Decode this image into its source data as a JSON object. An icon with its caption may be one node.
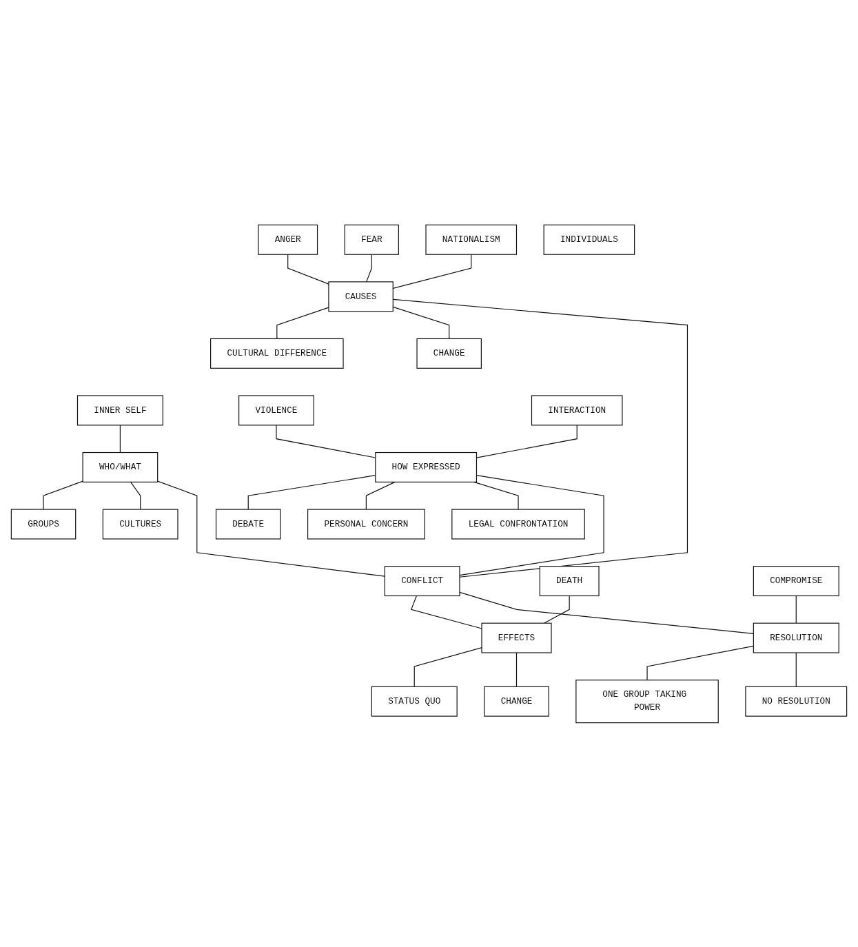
{
  "diagram": {
    "nodes": [
      {
        "text": [
          "ANGER"
        ]
      },
      {
        "text": [
          "FEAR"
        ]
      },
      {
        "text": [
          "NATIONALISM"
        ]
      },
      {
        "text": [
          "CAUSES"
        ]
      },
      {
        "text": [
          "CULTURAL DIFFERENCE"
        ]
      },
      {
        "text": [
          "CHANGE"
        ]
      },
      {
        "text": [
          "INNER SELF"
        ]
      },
      {
        "text": [
          "INDIVIDUALS"
        ]
      },
      {
        "text": [
          "VIOLENCE"
        ]
      },
      {
        "text": [
          "INTERACTION"
        ]
      },
      {
        "text": [
          "WHO/WHAT"
        ]
      },
      {
        "text": [
          "GROUPS"
        ]
      },
      {
        "text": [
          "HOW EXPRESSED"
        ]
      },
      {
        "text": [
          "CULTURES"
        ]
      },
      {
        "text": [
          "DEBATE"
        ]
      },
      {
        "text": [
          "PERSONAL CONCERN"
        ]
      },
      {
        "text": [
          "LEGAL CONFRONTATION"
        ]
      },
      {
        "text": [
          "CONFLICT"
        ]
      },
      {
        "text": [
          "DEATH"
        ]
      },
      {
        "text": [
          "COMPROMISE"
        ]
      },
      {
        "text": [
          "EFFECTS"
        ]
      },
      {
        "text": [
          "RESOLUTION"
        ]
      },
      {
        "text": [
          "STATUS QUO"
        ]
      },
      {
        "text": [
          "CHANGE"
        ]
      },
      {
        "text": [
          "ONE GROUP TAKING POWER"
        ]
      },
      {
        "text": [
          "NO RESOLUTION"
        ]
      }
    ],
    "edges": [
      {
        "from": 0,
        "to": 3,
        "arrow": "none"
      },
      {
        "from": 1,
        "to": 3,
        "arrow": "none"
      },
      {
        "from": 2,
        "to": 3,
        "arrow": "none"
      },
      {
        "from": 3,
        "to": 4,
        "arrow": "none"
      },
      {
        "from": 3,
        "to": 5,
        "arrow": "none"
      },
      {
        "from": 3,
        "to": 17,
        "arrow": "none"
      },
      {
        "from": 6,
        "to": 10,
        "arrow": "none"
      },
      {
        "from": 10,
        "to": 11,
        "arrow": "none"
      },
      {
        "from": 10,
        "to": 13,
        "arrow": "none"
      },
      {
        "from": 10,
        "to": 17,
        "arrow": "none"
      },
      {
        "from": 8,
        "to": 12,
        "arrow": "none"
      },
      {
        "from": 9,
        "to": 12,
        "arrow": "none"
      },
      {
        "from": 12,
        "to": 14,
        "arrow": "none"
      },
      {
        "from": 12,
        "to": 15,
        "arrow": "none"
      },
      {
        "from": 12,
        "to": 16,
        "arrow": "none"
      },
      {
        "from": 12,
        "to": 17,
        "arrow": "none"
      },
      {
        "from": 17,
        "to": 20,
        "arrow": "none"
      },
      {
        "from": 18,
        "to": 20,
        "arrow": "none"
      },
      {
        "from": 20,
        "to": 22,
        "arrow": "none"
      },
      {
        "from": 20,
        "to": 23,
        "arrow": "none"
      },
      {
        "from": 17,
        "to": 21,
        "arrow": "none"
      },
      {
        "from": 19,
        "to": 21,
        "arrow": "none"
      },
      {
        "from": 21,
        "to": 24,
        "arrow": "none"
      },
      {
        "from": 21,
        "to": 25,
        "arrow": "none"
      }
    ]
  }
}
